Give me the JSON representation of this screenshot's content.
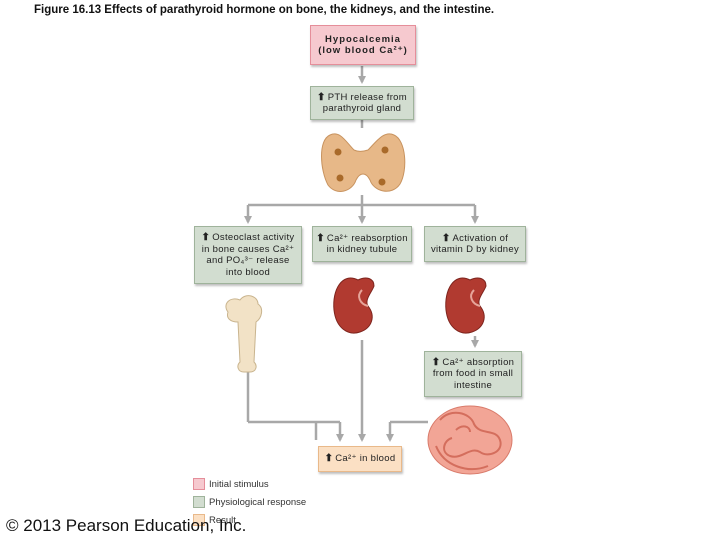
{
  "title": "Figure 16.13 Effects of parathyroid hormone on bone, the kidneys, and the intestine.",
  "boxes": {
    "stimulus": {
      "line1": "Hypocalcemia",
      "line2": "(low blood Ca²⁺)"
    },
    "pth": {
      "line1": "PTH release from",
      "line2": "parathyroid gland"
    },
    "osteoclast": {
      "line1": "Osteoclast activity",
      "line2": "in bone causes Ca²⁺",
      "line3": "and PO₄³⁻ release",
      "line4": "into blood"
    },
    "reabsorption": {
      "line1": "Ca²⁺ reabsorption",
      "line2": "in kidney tubule"
    },
    "vitamin_d": {
      "line1": "Activation of",
      "line2": "vitamin D by kidney"
    },
    "absorption": {
      "line1": "Ca²⁺ absorption",
      "line2": "from food in small",
      "line3": "intestine"
    },
    "result": {
      "line1": "Ca²⁺ in blood"
    }
  },
  "up_arrow": "⬆",
  "legend": [
    {
      "label": "Initial stimulus",
      "color": "#f6c9cf"
    },
    {
      "label": "Physiological response",
      "color": "#d2ddd0"
    },
    {
      "label": "Result",
      "color": "#fbe0c4"
    }
  ],
  "copyright": "© 2013 Pearson Education, Inc.",
  "colors": {
    "arrow": "#a8a8a8",
    "stimulus": "#f6c9cf",
    "response": "#d2ddd0",
    "result": "#fbe0c4"
  }
}
